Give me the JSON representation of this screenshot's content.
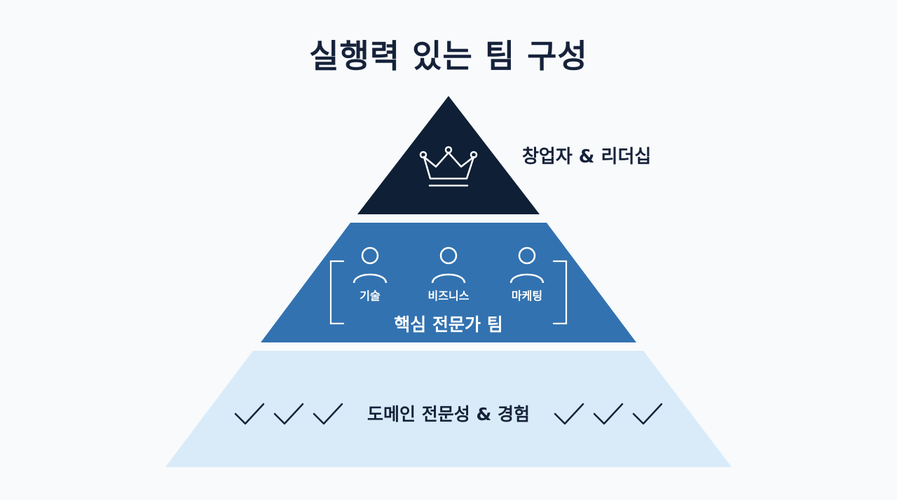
{
  "title": "실행력 있는 팀 구성",
  "levels": {
    "top": {
      "label": "창업자 & 리더십",
      "color": "#0f1f36",
      "icon": "crown-icon"
    },
    "middle": {
      "label": "핵심 전문가 팀",
      "color": "#3272b0",
      "members": [
        {
          "label": "기술",
          "icon": "person-icon"
        },
        {
          "label": "비즈니스",
          "icon": "person-icon"
        },
        {
          "label": "마케팅",
          "icon": "person-icon"
        }
      ]
    },
    "bottom": {
      "label": "도메인 전문성 & 경험",
      "color": "#d9ebf8",
      "icon": "check-icon"
    }
  }
}
